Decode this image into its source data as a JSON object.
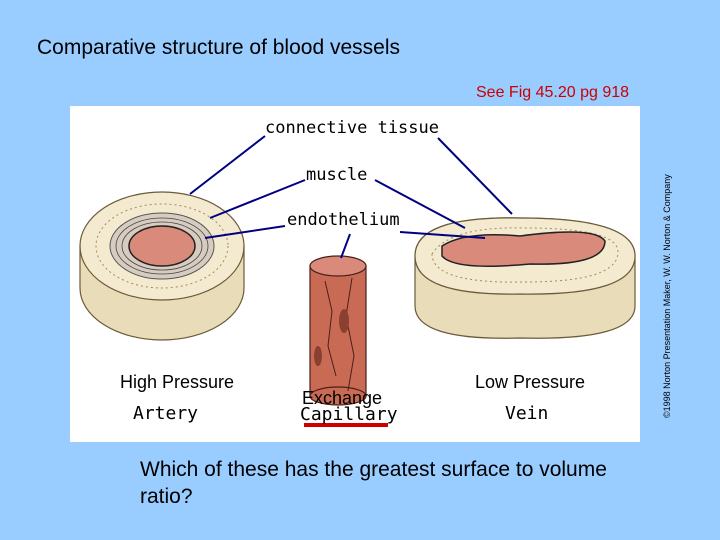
{
  "slide": {
    "title": "Comparative structure of blood vessels",
    "figure_reference": "See Fig 45.20 pg 918",
    "credit": "©1998 Norton Presentation Maker, W. W. Norton & Company",
    "question": "Which of these has the greatest surface to volume ratio?"
  },
  "diagram": {
    "layer_labels": {
      "connective_tissue": "connective tissue",
      "muscle": "muscle",
      "endothelium": "endothelium"
    },
    "vessels": {
      "artery": {
        "pressure": "High Pressure",
        "name": "Artery"
      },
      "capillary": {
        "pressure": "Exchange",
        "name": "Capillary"
      },
      "vein": {
        "pressure": "Low Pressure",
        "name": "Vein"
      }
    },
    "colors": {
      "background": "#99ccff",
      "lumen": "#d98a7a",
      "capillary": "#c96a55",
      "tissue": "#f1e6c8",
      "label_lines": "#000080",
      "highlight": "#cc0000"
    }
  }
}
